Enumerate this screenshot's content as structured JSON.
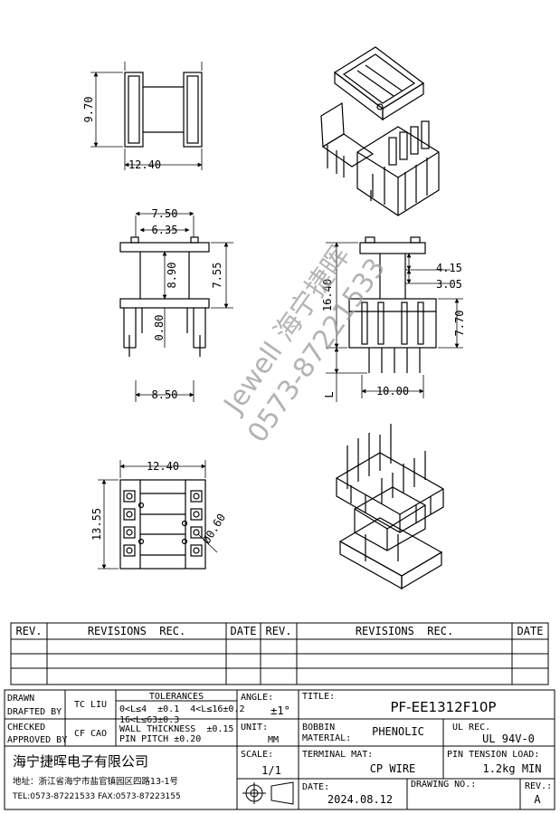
{
  "dimensions": {
    "top_height": "9.70",
    "top_width": "12.40",
    "front_w1": "7.50",
    "front_w2": "6.35",
    "front_h1": "8.90",
    "front_h2": "7.55",
    "front_pin": "0.80",
    "front_base": "8.50",
    "side_a": "4.15",
    "side_b": "3.05",
    "side_total": "16.40",
    "side_c": "7.70",
    "side_len": "L",
    "side_base": "10.00",
    "bottom_width": "12.40",
    "bottom_height": "13.55",
    "bottom_hole": "Ø0.60"
  },
  "watermark": {
    "line1": "Jewell 海宁捷晖",
    "line2": "0573-87221533"
  },
  "revisions": {
    "headers": [
      "REV.",
      "REVISIONS  REC.",
      "DATE",
      "REV.",
      "REVISIONS  REC.",
      "DATE"
    ]
  },
  "titleblock": {
    "drawn_label": "DRAWN",
    "drafted_label": "DRAFTED BY",
    "drafted_value": "TC LIU",
    "checked_label": "CHECKED",
    "approved_label": "APPROVED BY",
    "approved_value": "CF CAO",
    "tol_header": "TOLERANCES",
    "tol_line1": "0<L≤4  ±0.1  4<L≤16±0.2",
    "tol_line2": "16<L≤63±0.3",
    "tol_line3": "WALL THICKNESS  ±0.15",
    "tol_line4": "PIN PITCH ±0.20",
    "angle_label": "ANGLE:",
    "angle_value": "±1°",
    "unit_label": "UNIT:",
    "unit_value": "MM",
    "scale_label": "SCALE:",
    "scale_value": "1/1",
    "title_label": "TITLE:",
    "title_value": "PF-EE1312F10P",
    "bobbin_label1": "BOBBIN",
    "bobbin_label2": "MATERIAL:",
    "bobbin_value": "PHENOLIC",
    "ul_label": "UL REC.",
    "ul_value": "UL 94V-0",
    "terminal_label": "TERMINAL MAT:",
    "terminal_value": "CP WIRE",
    "pin_tension_label": "PIN TENSION LOAD:",
    "pin_tension_value": "1.2kg MIN",
    "date_label": "DATE:",
    "date_value": "2024.08.12",
    "drawing_no_label": "DRAWING NO.:",
    "rev_label": "REV.:",
    "rev_value": "A",
    "company_name": "海宁捷晖电子有限公司",
    "company_address": "地址：浙江省海宁市盐官镇园区四路13-1号",
    "company_tel": "TEL:0573-87221533 FAX:0573-87223155"
  }
}
